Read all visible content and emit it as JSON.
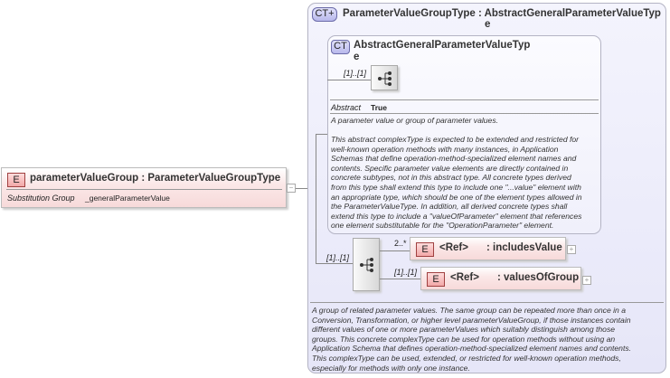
{
  "element": {
    "badge": "E",
    "title": "parameterValueGroup : ParameterValueGroupType",
    "substitution_label": "Substitution Group",
    "substitution_value": "_generalParameterValue"
  },
  "outer_type": {
    "badge": "CT+",
    "title_line1": "ParameterValueGroupType : AbstractGeneralParameterValueTyp",
    "title_line2": "e",
    "doc": [
      "A group of related parameter values. The same group can be repeated more than once in a",
      "Conversion, Transformation, or higher level parameterValueGroup, if those instances contain",
      "different values of one or more parameterValues which suitably distinguish among those",
      "groups. This concrete complexType can be used for operation methods without using an",
      "Application Schema that defines operation-method-specialized element names and contents.",
      "This complexType can be used, extended, or restricted for well-known operation methods,",
      "especially for methods with only one instance."
    ]
  },
  "inner_type": {
    "badge": "CT",
    "title_line1": "AbstractGeneralParameterValueTyp",
    "title_line2": "e",
    "sequence_cardinality": "[1]..[1]",
    "abstract_label": "Abstract",
    "abstract_value": "True",
    "doc_summary": "A parameter value or group of parameter values.",
    "doc": [
      "This abstract complexType is expected to be extended and restricted for",
      "well-known operation methods with many instances, in Application",
      "Schemas that define operation-method-specialized element names and",
      "contents. Specific parameter value elements are directly contained in",
      "concrete subtypes, not in this abstract type. All concrete types derived",
      "from this type shall extend this type to include one \"...value\" element with",
      "an appropriate type, which should be one of the element types allowed in",
      "the ParameterValueType. In addition, all derived concrete types shall",
      "extend this type to include a \"valueOfParameter\" element that references",
      "one element substitutable for the \"OperationParameter\" element."
    ]
  },
  "sequence": {
    "cardinality": "[1]..[1]"
  },
  "children": [
    {
      "badge": "E",
      "ref": "<Ref>",
      "name": ": includesValue",
      "cardinality": "2..*",
      "expand": "+"
    },
    {
      "badge": "E",
      "ref": "<Ref>",
      "name": ": valuesOfGroup",
      "cardinality": "[1]..[1]",
      "expand": "+"
    }
  ],
  "collapse_symbol": "−"
}
